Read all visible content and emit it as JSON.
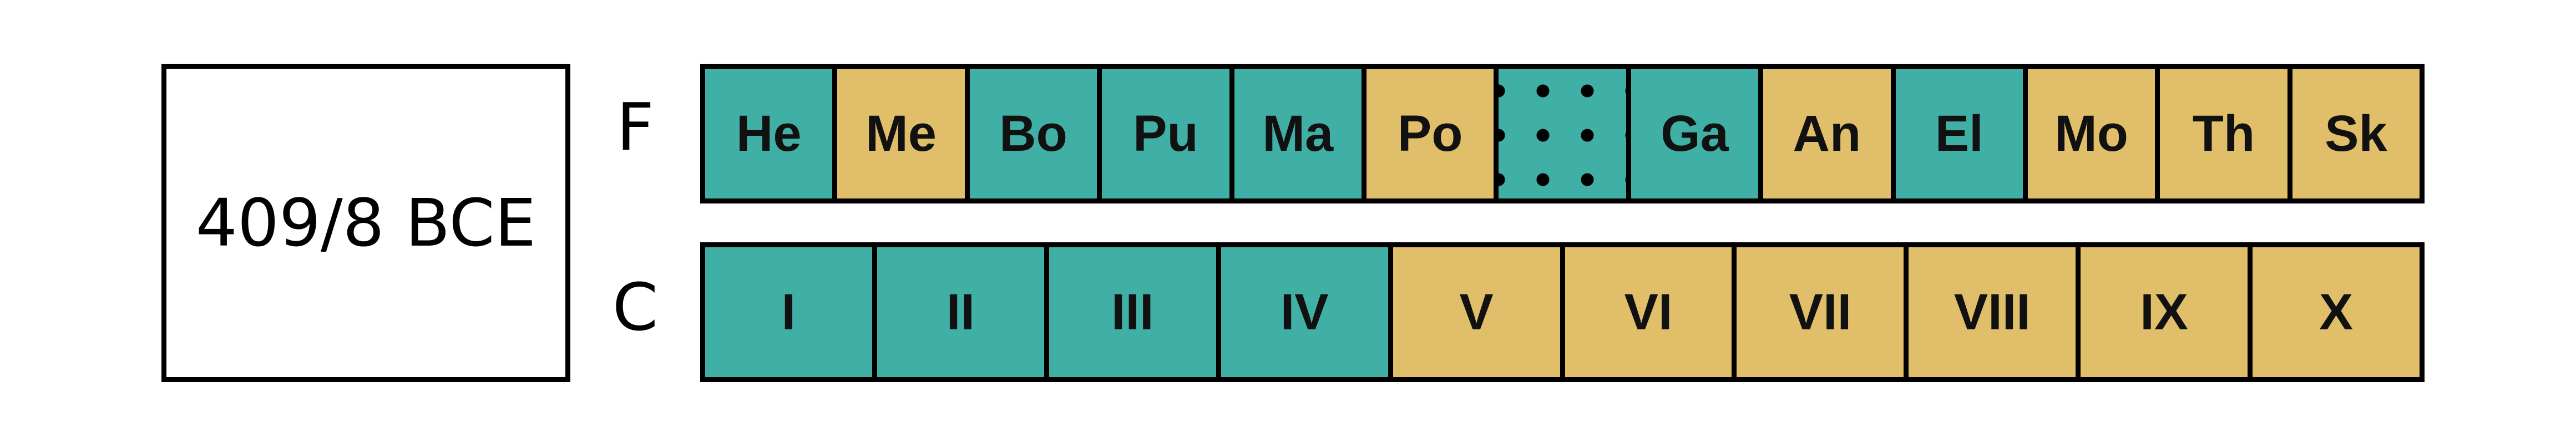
{
  "year_box": {
    "label": "409/8 BCE"
  },
  "rows": {
    "festival": {
      "label": "F",
      "cells": [
        {
          "text": "He",
          "color": "teal"
        },
        {
          "text": "Me",
          "color": "gold"
        },
        {
          "text": "Bo",
          "color": "teal"
        },
        {
          "text": "Pu",
          "color": "teal"
        },
        {
          "text": "Ma",
          "color": "teal"
        },
        {
          "text": "Po",
          "color": "gold"
        },
        {
          "text": "",
          "color": "teal-dotted"
        },
        {
          "text": "Ga",
          "color": "teal"
        },
        {
          "text": "An",
          "color": "gold"
        },
        {
          "text": "El",
          "color": "teal"
        },
        {
          "text": "Mo",
          "color": "gold"
        },
        {
          "text": "Th",
          "color": "gold"
        },
        {
          "text": "Sk",
          "color": "gold"
        }
      ]
    },
    "conciliar": {
      "label": "C",
      "cells": [
        {
          "text": "I",
          "color": "teal"
        },
        {
          "text": "II",
          "color": "teal"
        },
        {
          "text": "III",
          "color": "teal"
        },
        {
          "text": "IV",
          "color": "teal"
        },
        {
          "text": "V",
          "color": "gold"
        },
        {
          "text": "VI",
          "color": "gold"
        },
        {
          "text": "VII",
          "color": "gold"
        },
        {
          "text": "VIII",
          "color": "gold"
        },
        {
          "text": "IX",
          "color": "gold"
        },
        {
          "text": "X",
          "color": "gold"
        }
      ]
    }
  },
  "colors": {
    "teal": "#40b0a6",
    "gold": "#e1be6a",
    "border": "#000000"
  }
}
